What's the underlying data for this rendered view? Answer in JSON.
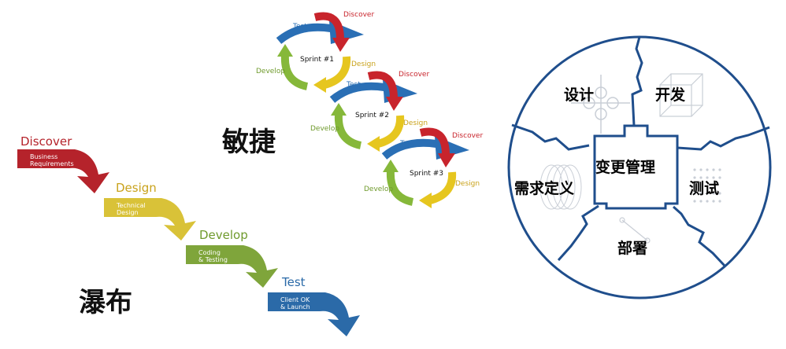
{
  "waterfall": {
    "title": "瀑布",
    "steps": [
      {
        "heading": "Discover",
        "line1": "Business",
        "line2": "Requirements",
        "color": "#b5232b",
        "heading_color": "#b5232b"
      },
      {
        "heading": "Design",
        "line1": "Technical",
        "line2": "Design",
        "color": "#d9c238",
        "heading_color": "#c9a21b"
      },
      {
        "heading": "Develop",
        "line1": "Coding",
        "line2": "& Testing",
        "color": "#7fa53b",
        "heading_color": "#6f9a2c"
      },
      {
        "heading": "Test",
        "line1": "Client OK",
        "line2": "& Launch",
        "color": "#2b6aa8",
        "heading_color": "#2b6aa8"
      }
    ]
  },
  "agile": {
    "title": "敏捷",
    "sprints": [
      {
        "label": "Sprint #1",
        "discover": "Discover",
        "test": "Test",
        "design": "Design",
        "develop": "Develop"
      },
      {
        "label": "Sprint #2",
        "discover": "Discover",
        "test": "Test",
        "design": "Design",
        "develop": "Develop"
      },
      {
        "label": "Sprint #3",
        "discover": "Discover",
        "test": "Test",
        "design": "Design",
        "develop": "Develop"
      }
    ],
    "colors": {
      "discover": "#c8242c",
      "test": "#2a6fb5",
      "design": "#e6c61f",
      "develop": "#86b83a"
    }
  },
  "wheel": {
    "center": "变更管理",
    "segments": {
      "design": "设计",
      "develop": "开发",
      "test": "测试",
      "deploy": "部署",
      "requirements": "需求定义"
    },
    "color": "#1f4e8c"
  }
}
